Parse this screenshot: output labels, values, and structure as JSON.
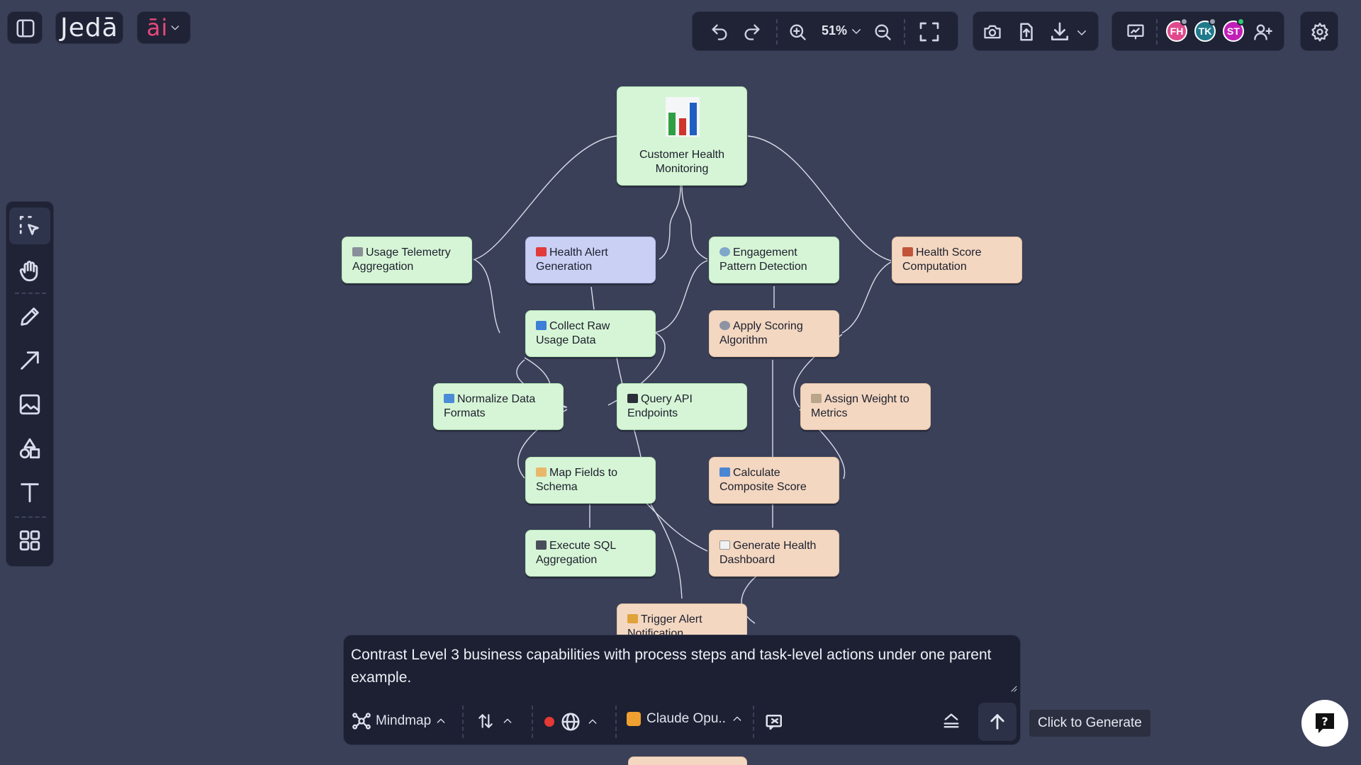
{
  "app": {
    "logo": "Jedā",
    "ai_label": "āi"
  },
  "toolbar": {
    "zoom_level": "51%"
  },
  "collaborators": [
    {
      "initials": "FH",
      "color": "#e04a8c"
    },
    {
      "initials": "TK",
      "color": "#1f7a8c"
    },
    {
      "initials": "ST",
      "color": "#c21fb8"
    }
  ],
  "nodes": {
    "root": "Customer Health Monitoring",
    "usage_telemetry": "Usage Telemetry Aggregation",
    "health_alert": "Health Alert Generation",
    "engagement": "Engagement Pattern Detection",
    "health_score": "Health Score Computation",
    "collect_raw": "Collect Raw Usage Data",
    "apply_scoring": "Apply Scoring Algorithm",
    "normalize": "Normalize Data Formats",
    "query_api": "Query API Endpoints",
    "assign_weight": "Assign Weight to Metrics",
    "map_fields": "Map Fields to Schema",
    "calc_composite": "Calculate Composite Score",
    "execute_sql": "Execute SQL Aggregation",
    "generate_dashboard": "Generate Health Dashboard",
    "trigger_alert": "Trigger Alert Notification"
  },
  "prompt": {
    "text": "Contrast Level 3 business capabilities with process steps and task-level actions under one parent example.",
    "mode_label": "Mindmap",
    "model_label": "Claude Opu..",
    "generate_tooltip": "Click to Generate"
  },
  "colors": {
    "canvas": "#3a4058",
    "panel": "#1f2335",
    "node_green": "#d6f5d6",
    "node_lavender": "#c9d0f4",
    "node_peach": "#f3d7c1"
  }
}
